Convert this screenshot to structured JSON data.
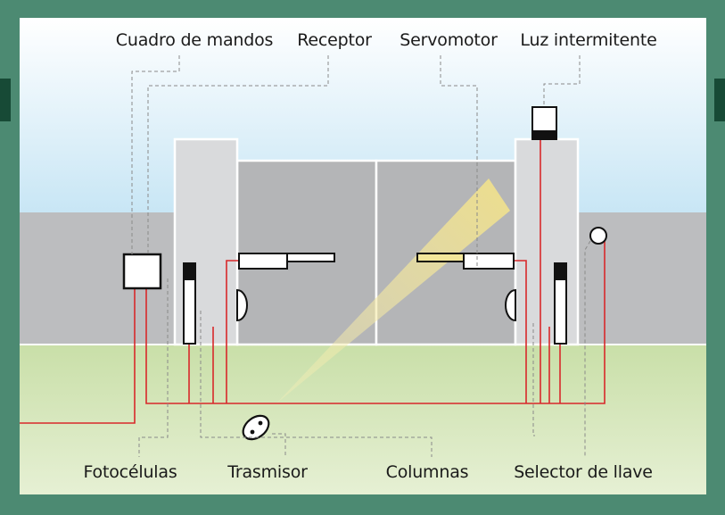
{
  "labels": {
    "control_panel": "Cuadro de mandos",
    "receiver": "Receptor",
    "servomotor": "Servomotor",
    "flashing_light": "Luz intermitente",
    "photocells": "Fotocélulas",
    "transmitter": "Trasmisor",
    "columns": "Columnas",
    "key_selector": "Selector de llave"
  },
  "colors": {
    "frame": "#4c8a72",
    "frame_dark": "#174a36",
    "sky_top": "#ffffff",
    "sky_bottom": "#c8e6f5",
    "wall": "#bcbdbf",
    "gate": "#b4b5b7",
    "column": "#d9dadc",
    "ground_top": "#c9dfa8",
    "ground_bottom": "#e6f0d4",
    "wire": "#d8282a",
    "leader": "#8a8a8a",
    "beam": "#f3e79a"
  }
}
